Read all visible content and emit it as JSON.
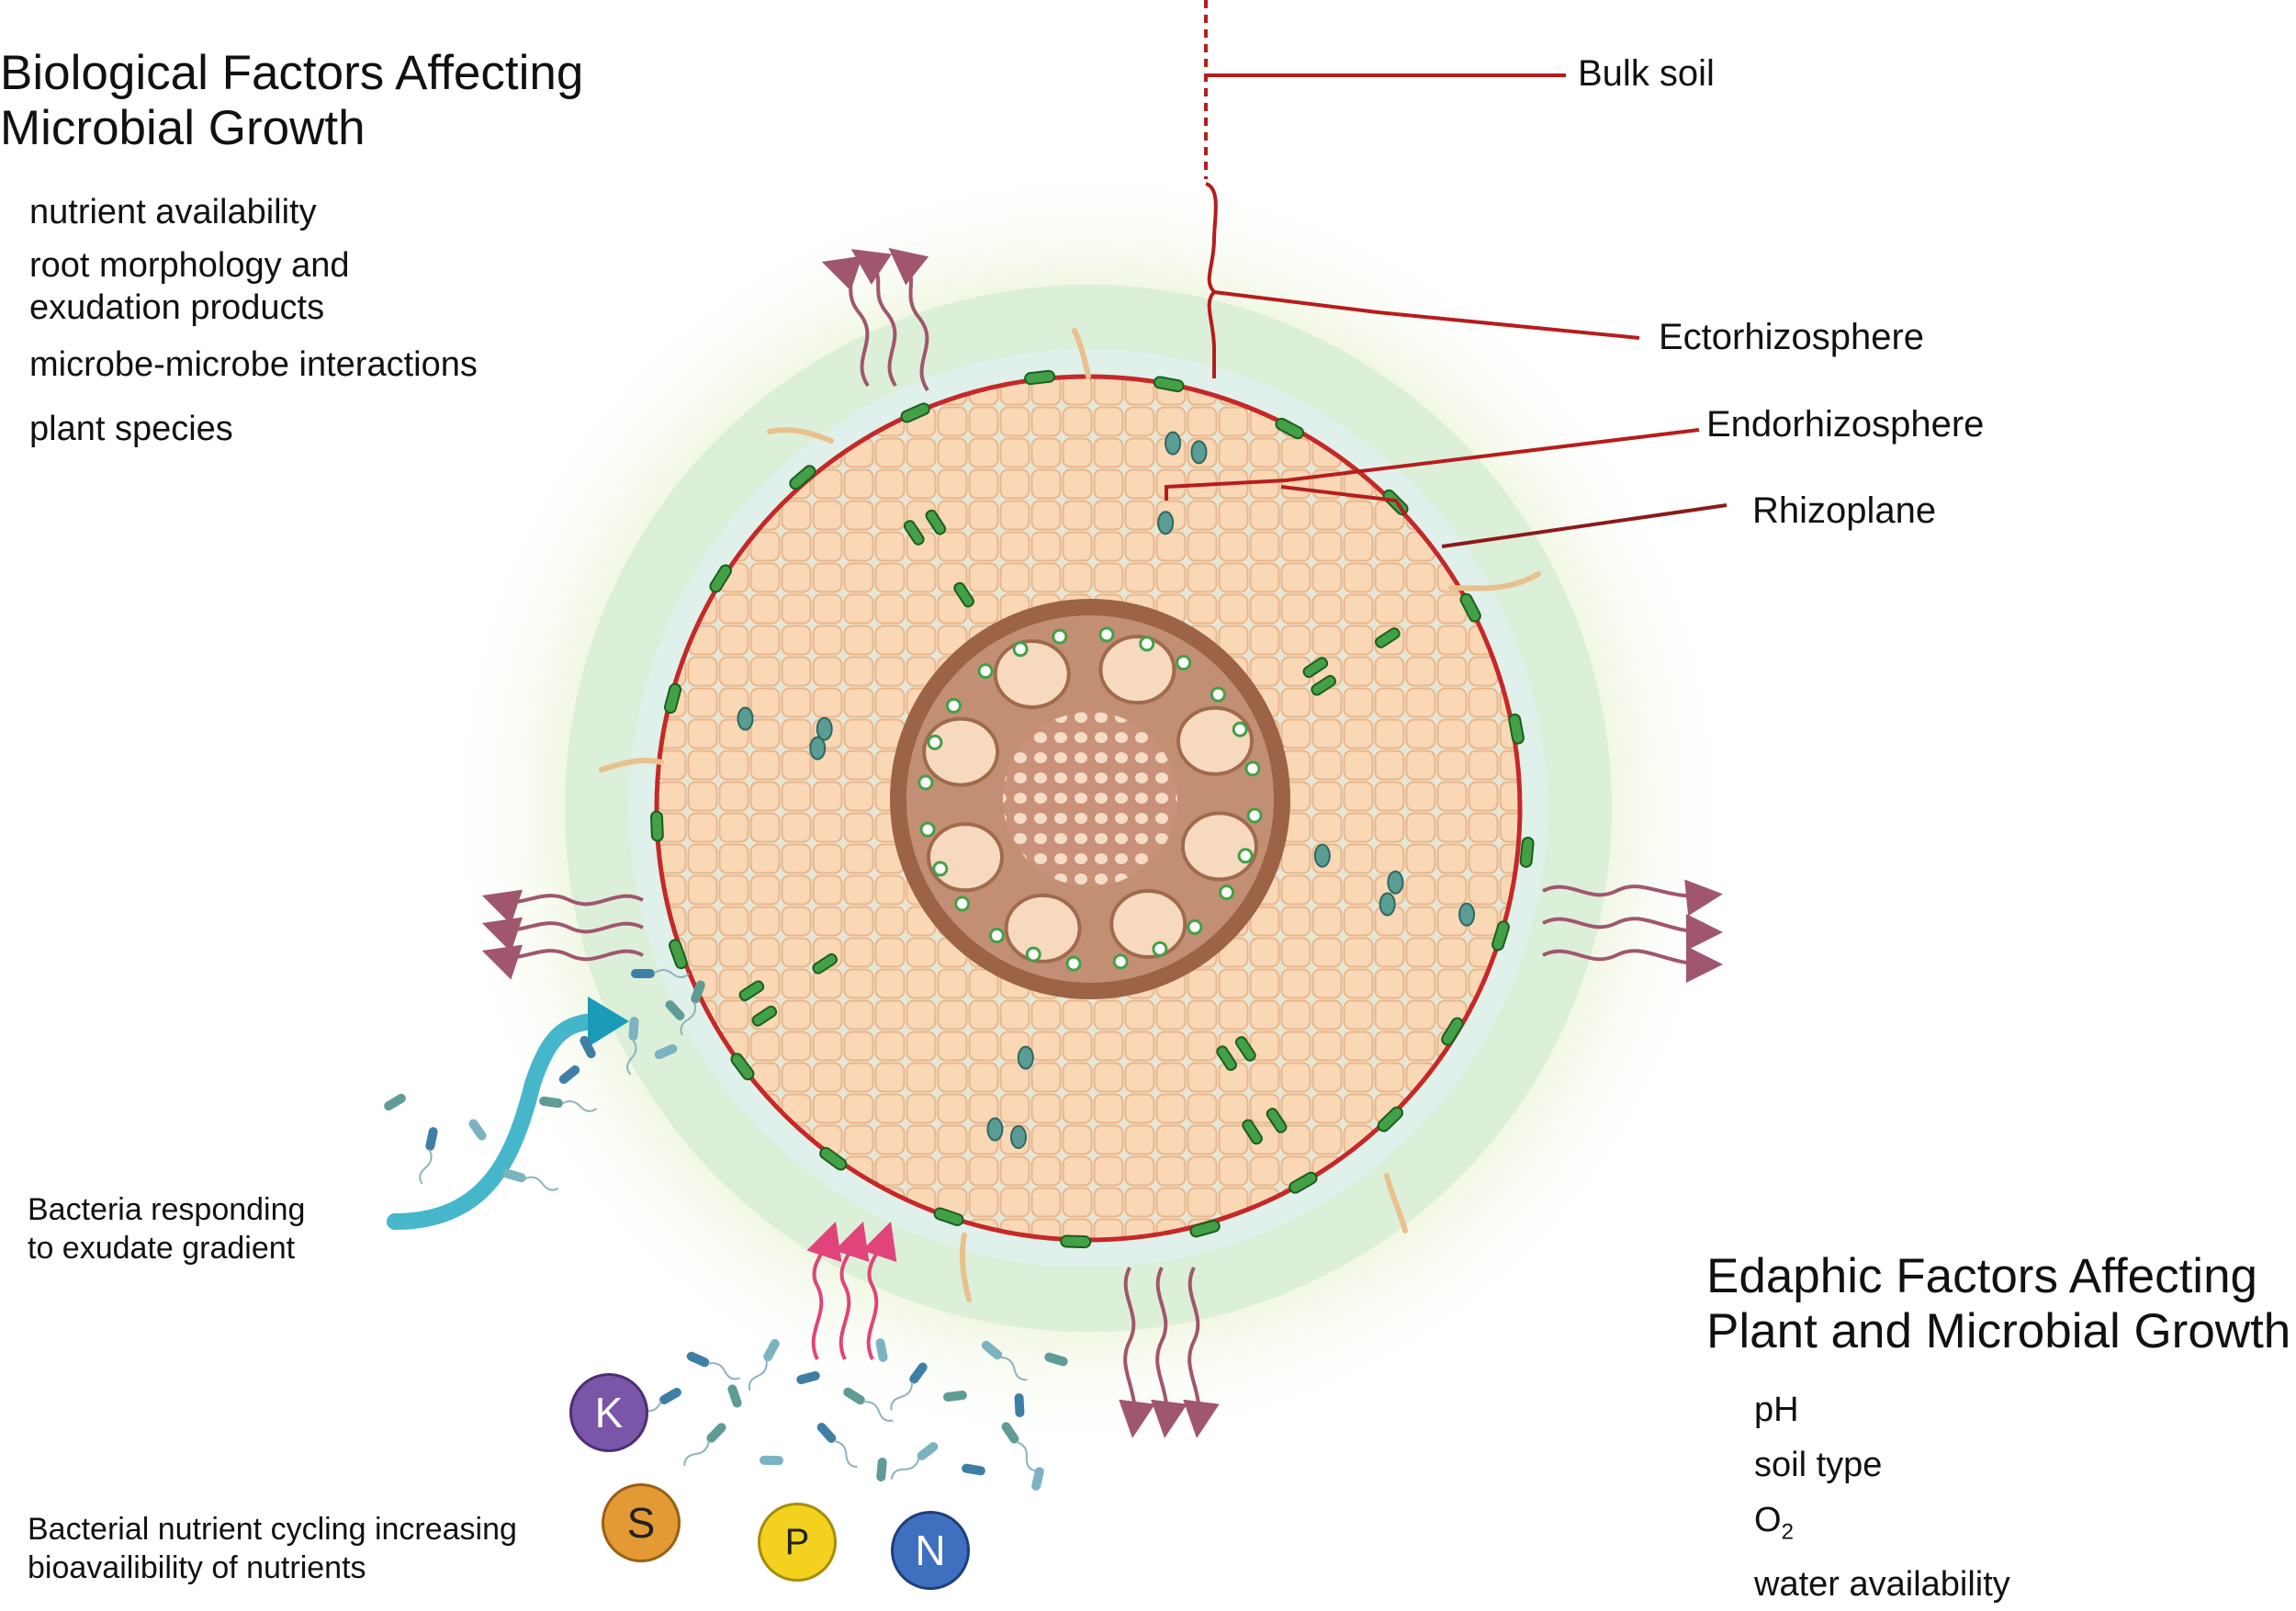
{
  "biological": {
    "title_line1": "Biological Factors Affecting",
    "title_line2": "Microbial Growth",
    "items": [
      "nutrient availability",
      "root morphology and",
      "exudation products",
      "microbe-microbe interactions",
      "plant species"
    ]
  },
  "labels": {
    "bulk_soil": "Bulk soil",
    "ectorhizosphere": "Ectorhizosphere",
    "endorhizosphere": "Endorhizosphere",
    "rhizoplane": "Rhizoplane"
  },
  "bacteria_note": {
    "line1": "Bacteria responding",
    "line2": "to  exudate gradient"
  },
  "nutrient_note": {
    "line1": "Bacterial nutrient cycling increasing",
    "line2": "bioavailibility of nutrients"
  },
  "nutrients": {
    "k": "K",
    "s": "S",
    "p": "P",
    "n": "N"
  },
  "edaphic": {
    "title_line1": "Edaphic Factors Affecting",
    "title_line2": "Plant and Microbial Growth",
    "items": {
      "ph": "pH",
      "soil": "soil type",
      "o2": "O",
      "o2_sub": "2",
      "water": "water availability"
    }
  },
  "colors": {
    "root_outline": "#c62828",
    "cortex": "#f6d1a8",
    "stele": "#a06a4c",
    "green_bacteria": "#2e7d32",
    "teal_bacteria": "#4a8f86",
    "exudate_arrows": "#a0566e",
    "nutrient_k": "#7a55a8",
    "nutrient_s": "#e39a35",
    "nutrient_p": "#f2d21f",
    "nutrient_n": "#3f6fbf"
  }
}
